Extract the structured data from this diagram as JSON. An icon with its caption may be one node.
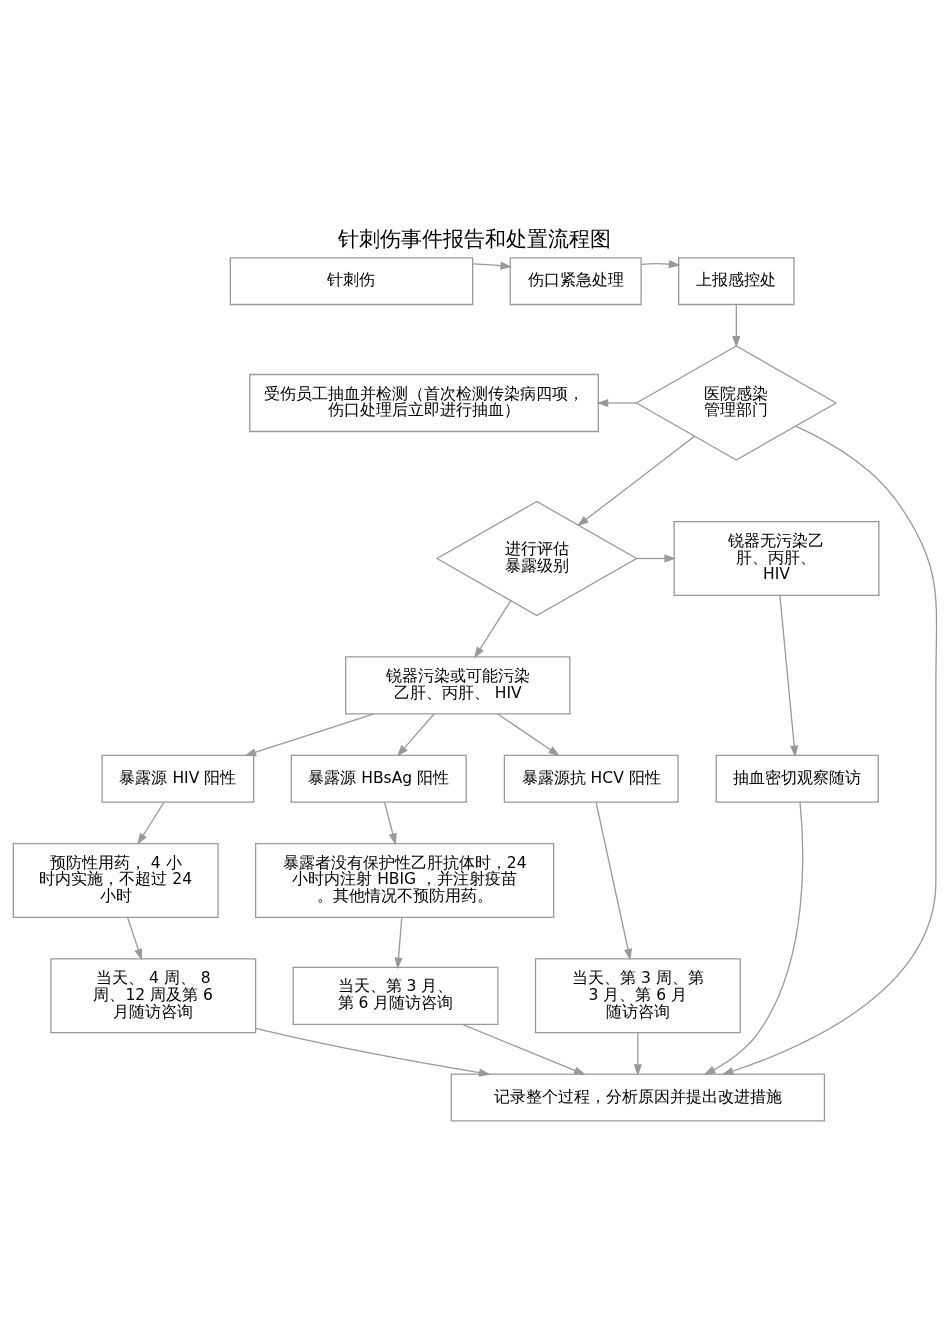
{
  "diagram": {
    "title": "针刺伤事件报告和处置流程图",
    "nodes": [
      {
        "text": [
          "针刺伤"
        ]
      },
      {
        "text": [
          "伤口紧急处理"
        ]
      },
      {
        "text": [
          "上报感控处"
        ]
      },
      {
        "text": [
          "受伤员工抽血并检测（首次检测传染病四项，伤口处理后立即进行抽血）"
        ]
      },
      {
        "text": [
          "医院感染管理部门"
        ]
      },
      {
        "text": [
          "锐器无污染乙肝、丙肝、 HIV"
        ]
      },
      {
        "text": [
          "进行评估暴露级别"
        ]
      },
      {
        "text": [
          "抽血密切观察随访"
        ]
      },
      {
        "text": [
          "锐器污染或可能污染乙肝、丙肝、 HIV"
        ]
      },
      {
        "text": [
          "暴露源 HIV 阳性"
        ]
      },
      {
        "text": [
          "暴露源 HBsAg 阳性"
        ]
      },
      {
        "text": [
          "暴露源抗 HCV 阳性"
        ]
      },
      {
        "text": [
          "预防性用药， 4 小时内实施，不超过 24 小时"
        ]
      },
      {
        "text": [
          "暴露者没有保护性乙肝抗体时，24 小时内注射 HBIG ，并注射疫苗。其他情况不预防用药。"
        ]
      },
      {
        "text": [
          "当天、 4 周、 8 周、12 周及第 6 月随访咨询"
        ]
      },
      {
        "text": [
          "当天、第 3 月、第 6 月随访咨询"
        ]
      },
      {
        "text": [
          "当天、第 3 周、第 3 月、第 6 月随访咨询"
        ]
      },
      {
        "text": [
          "记录整个过程，分析原因并提出改进措施"
        ]
      }
    ],
    "edges": [
      {
        "from": 0,
        "to": 1,
        "arrow": "to"
      },
      {
        "from": 1,
        "to": 2,
        "arrow": "to"
      },
      {
        "from": 2,
        "to": 4,
        "arrow": "to"
      },
      {
        "from": 4,
        "to": 3,
        "arrow": "to"
      },
      {
        "from": 4,
        "to": 6,
        "arrow": "to"
      },
      {
        "from": 4,
        "to": 17,
        "arrow": "to"
      },
      {
        "from": 6,
        "to": 5,
        "arrow": "to"
      },
      {
        "from": 5,
        "to": 7,
        "arrow": "to"
      },
      {
        "from": 6,
        "to": 8,
        "arrow": "to"
      },
      {
        "from": 7,
        "to": 17,
        "arrow": "to"
      },
      {
        "from": 8,
        "to": 9,
        "arrow": "to"
      },
      {
        "from": 8,
        "to": 10,
        "arrow": "to"
      },
      {
        "from": 8,
        "to": 11,
        "arrow": "to"
      },
      {
        "from": 9,
        "to": 12,
        "arrow": "to"
      },
      {
        "from": 10,
        "to": 13,
        "arrow": "to"
      },
      {
        "from": 11,
        "to": 16,
        "arrow": "to"
      },
      {
        "from": 12,
        "to": 14,
        "arrow": "to"
      },
      {
        "from": 13,
        "to": 15,
        "arrow": "to"
      },
      {
        "from": 14,
        "to": 17,
        "arrow": "to"
      },
      {
        "from": 15,
        "to": 17,
        "arrow": "to"
      },
      {
        "from": 16,
        "to": 17,
        "arrow": "to"
      }
    ]
  }
}
